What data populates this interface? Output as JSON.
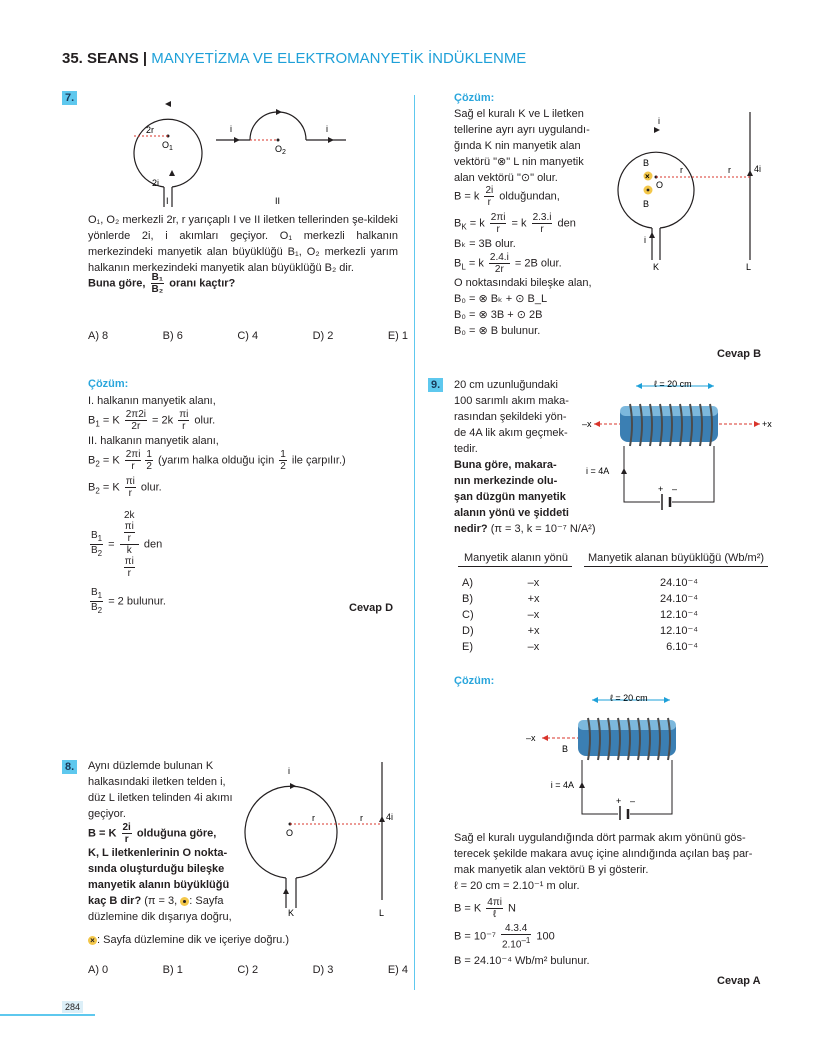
{
  "header": {
    "seans": "35. SEANS",
    "sep": "|",
    "title": "MANYETİZMA VE ELEKTROMANYETİK İNDÜKLENME"
  },
  "q7": {
    "num": "7.",
    "fig": {
      "r2": "2r",
      "o1": "O",
      "o1sub": "1",
      "o2": "O",
      "o2sub": "2",
      "i": "i",
      "i2": "2i",
      "I": "I",
      "II": "II"
    },
    "text": "O₁, O₂ merkezli 2r, r yarıçaplı I ve II iletken tellerinden şe-kildeki yönlerde 2i, i akımları geçiyor. O₁ merkezli halkanın merkezindeki manyetik alan büyüklüğü B₁, O₂ merkezli yarım halkanın merkezindeki manyetik alan büyüklüğü B₂ dir.",
    "ask_pre": "Buna göre,",
    "ask_num": "B₁",
    "ask_den": "B₂",
    "ask_post": "oranı kaçtır?",
    "options": [
      "A) 8",
      "B) 6",
      "C) 4",
      "D) 2",
      "E) 1"
    ],
    "solution_title": "Çözüm:",
    "sol1": "I. halkanın manyetik alanı,",
    "sol2": "II. halkanın manyetik alanı,",
    "sol_note_pre": "(yarım halka olduğu için",
    "sol_note_post": "ile çarpılır.)",
    "sol_olur": "olur.",
    "sol_den": "den",
    "sol_bulunur": "= 2 bulunur.",
    "answer": "Cevap D"
  },
  "q7sol": {
    "solution_title": "Çözüm:",
    "lines": [
      "Sağ el kuralı K ve L iletken",
      "tellerine ayrı ayrı uygulandı-",
      "ğında K nin manyetik alan",
      "vektörü \"⊗\" L nin manyetik",
      "alan vektörü \"⊙\" olur."
    ],
    "b_formula_post": "olduğundan,",
    "bk_den": "den",
    "bk3b": "Bₖ = 3B olur.",
    "bl_post": "= 2B olur.",
    "o_point": "O noktasındaki bileşke alan,",
    "b0_1": "B₀ = ⊗ Bₖ + ⊙ B_L",
    "b0_2": "B₀ = ⊗ 3B + ⊙ 2B",
    "b0_3": "B₀ = ⊗ B bulunur.",
    "fig": {
      "i": "i",
      "i4": "4i",
      "r": "r",
      "bk": "B",
      "o": "O",
      "bl": "B",
      "K": "K",
      "L": "L"
    },
    "answer": "Cevap B"
  },
  "q8": {
    "num": "8.",
    "lines": [
      "Aynı düzlemde bulunan K",
      "halkasındaki iletken telden i,",
      "düz L iletken telinden 4i akımı",
      "geçiyor."
    ],
    "bold1_pre": "B = K",
    "bold1_post": "olduğuna göre,",
    "bold2": "K, L iletkenlerinin O nokta-",
    "bold3": "sında oluşturduğu bileşke",
    "bold4": "manyetik alanın büyüklüğü",
    "bold5": "kaç B dir?",
    "hint1": "(π = 3,",
    "hint1b": ": Sayfa",
    "hint2": "düzlemine dik dışarıya doğru,",
    "hint3": ": Sayfa düzlemine dik ve içeriye doğru.)",
    "fig": {
      "i": "i",
      "i4": "4i",
      "r": "r",
      "O": "O",
      "K": "K",
      "L": "L"
    },
    "options": [
      "A) 0",
      "B) 1",
      "C) 2",
      "D) 3",
      "E) 4"
    ]
  },
  "q9": {
    "num": "9.",
    "lines": [
      "20 cm uzunluğundaki",
      "100 sarımlı akım maka-",
      "rasından şekildeki yön-",
      "de 4A lik akım geçmek-",
      "tedir."
    ],
    "bold": [
      "Buna göre, makara-",
      "nın merkezinde olu-",
      "şan düzgün manyetik",
      "alanın yönü ve şiddeti",
      "nedir?"
    ],
    "hint": "(π = 3, k = 10⁻⁷ N/A²)",
    "fig": {
      "len": "ℓ = 20 cm",
      "mx": "–x",
      "px": "+x",
      "cur": "i = 4A",
      "plus": "+",
      "minus": "–"
    },
    "table_headers": [
      "Manyetik alanın yönü",
      "Manyetik alanan büyüklüğü (Wb/m²)"
    ],
    "rows": [
      {
        "opt": "A)",
        "dir": "–x",
        "val": "24.10⁻⁴"
      },
      {
        "opt": "B)",
        "dir": "+x",
        "val": "24.10⁻⁴"
      },
      {
        "opt": "C)",
        "dir": "–x",
        "val": "12.10⁻⁴"
      },
      {
        "opt": "D)",
        "dir": "+x",
        "val": "12.10⁻⁴"
      },
      {
        "opt": "E)",
        "dir": "–x",
        "val": "6.10⁻⁴"
      }
    ],
    "solution_title": "Çözüm:",
    "sol_fig": {
      "len": "ℓ = 20 cm",
      "mx": "–x",
      "b": "B",
      "cur": "i = 4A",
      "plus": "+",
      "minus": "–"
    },
    "sol_lines": [
      "Sağ el kuralı uygulandığında dört parmak akım yönünü gös-",
      "terecek şekilde makara avuç içine alındığında açılan baş par-",
      "mak manyetik alan vektörü B yi gösterir."
    ],
    "l_line": "ℓ = 20 cm = 2.10⁻¹ m olur.",
    "b1_pre": "B = K",
    "b1_post": "N",
    "b2_pre": "B = 10⁻⁷",
    "b2_post": "100",
    "b3": "B = 24.10⁻⁴ Wb/m² bulunur.",
    "answer": "Cevap A"
  },
  "page": {
    "number": "284"
  }
}
